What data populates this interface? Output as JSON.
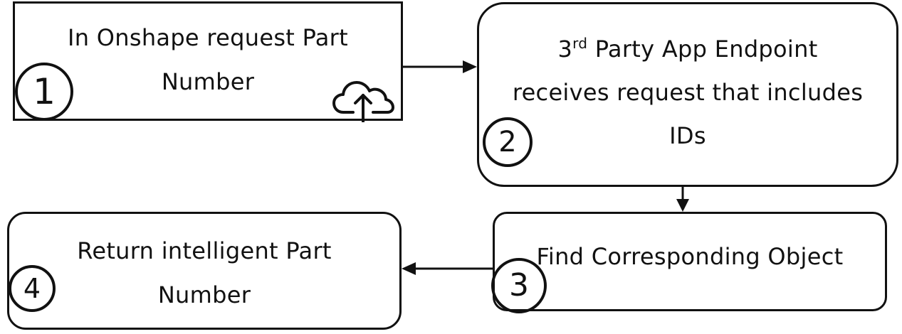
{
  "diagram": {
    "steps": [
      {
        "number": "1",
        "line1": "In Onshape request Part",
        "line2": "Number",
        "icon": "cloud-upload-icon"
      },
      {
        "number": "2",
        "line1_prefix": "3",
        "line1_sup": "rd",
        "line1_rest": " Party App Endpoint",
        "line2": "receives request that includes",
        "line3": "IDs"
      },
      {
        "number": "3",
        "line1": "Find Corresponding Object"
      },
      {
        "number": "4",
        "line1": "Return intelligent Part",
        "line2": "Number"
      }
    ],
    "colors": {
      "stroke": "#111111",
      "background": "#ffffff"
    }
  }
}
